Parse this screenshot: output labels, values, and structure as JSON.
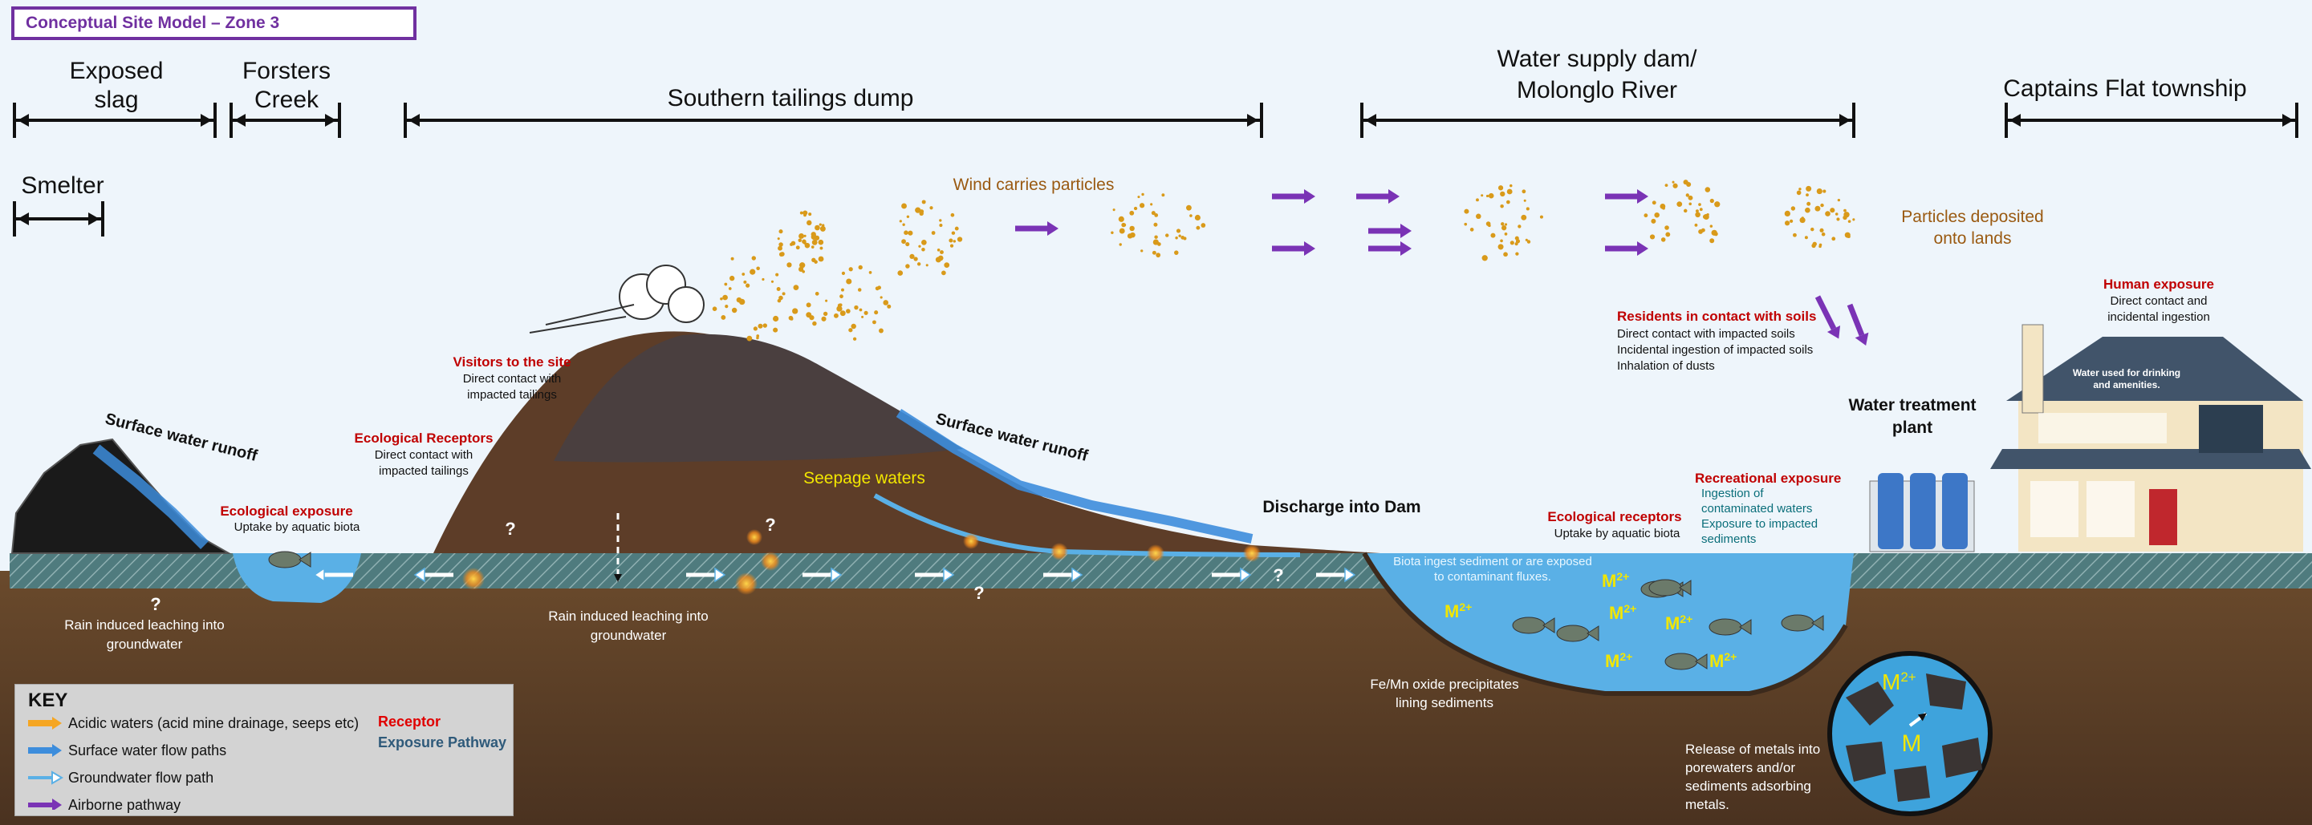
{
  "title": "Conceptual Site Model – Zone 3",
  "zones": {
    "exposed_slag": [
      "Exposed",
      "slag"
    ],
    "forsters_creek": [
      "Forsters",
      "Creek"
    ],
    "southern_tailings": "Southern tailings dump",
    "water_supply": [
      "Water supply dam/",
      "Molonglo River"
    ],
    "captains_flat": "Captains Flat township",
    "smelter": "Smelter"
  },
  "labels": {
    "wind": "Wind carries particles",
    "deposited": [
      "Particles deposited",
      "onto lands"
    ],
    "residents_title": "Residents in contact with soils",
    "residents_lines": [
      "Direct contact with impacted soils",
      "Incidental ingestion of impacted soils",
      " Inhalation of dusts"
    ],
    "human_title": "Human exposure",
    "human_lines": [
      "Direct contact and",
      "incidental ingestion"
    ],
    "house_sign": [
      "Water used for drinking",
      "and amenities."
    ],
    "water_treatment": [
      "Water treatment",
      "plant"
    ],
    "visitors_title": "Visitors to the site",
    "visitors_lines": [
      "Direct contact with",
      "impacted tailings"
    ],
    "eco_receptors_title": "Ecological Receptors",
    "eco_receptors_lines": [
      "Direct contact with",
      "impacted tailings"
    ],
    "surface_runoff_left": "Surface water runoff",
    "surface_runoff_mid": "Surface water runoff",
    "eco_exposure_title": "Ecological exposure",
    "eco_exposure_line": "Uptake by aquatic biota",
    "seepage": "Seepage waters",
    "discharge": "Discharge into Dam",
    "eco_receptors2_title": "Ecological receptors",
    "eco_receptors2_line": "Uptake by aquatic biota",
    "recreational_title": "Recreational exposure",
    "recreational_lines": [
      "Ingestion of",
      "contaminated waters",
      "Exposure to impacted",
      "sediments"
    ],
    "rain_left": [
      "Rain induced leaching into",
      "groundwater"
    ],
    "rain_mid": [
      "Rain induced leaching into",
      "groundwater"
    ],
    "biota_ingest": [
      "Biota ingest sediment or are exposed",
      "to contaminant fluxes."
    ],
    "fe_mn": [
      "Fe/Mn oxide precipitates",
      "lining sediments"
    ],
    "release": [
      "Release of metals into",
      "porewaters and/or",
      " sediments adsorbing",
      "metals."
    ],
    "metal_ion": "M",
    "metal_charge": "2+",
    "metal": "M",
    "question": "?"
  },
  "key": {
    "title": "KEY",
    "items": [
      {
        "label": "Acidic waters (acid mine drainage, seeps etc)",
        "icon": "acidic-arrow"
      },
      {
        "label": "Surface water flow paths",
        "icon": "surface-arrow"
      },
      {
        "label": "Groundwater flow path",
        "icon": "groundwater-arrow"
      },
      {
        "label": "Airborne pathway",
        "icon": "airborne-arrow"
      }
    ],
    "receptor": "Receptor",
    "exposure": "Exposure Pathway"
  },
  "colors": {
    "title": "#7030a0",
    "receptor": "#e00000",
    "exposure": "#2f5a7a",
    "wind_text": "#9a5a12",
    "seepage_text": "#f2e600",
    "airborne": "#7a33b5",
    "surface": "#3d8ddc",
    "acidic": "#f5a623",
    "water": "#5ab0e6",
    "soil": "#5a3d24",
    "particles": "#d99a1a"
  }
}
